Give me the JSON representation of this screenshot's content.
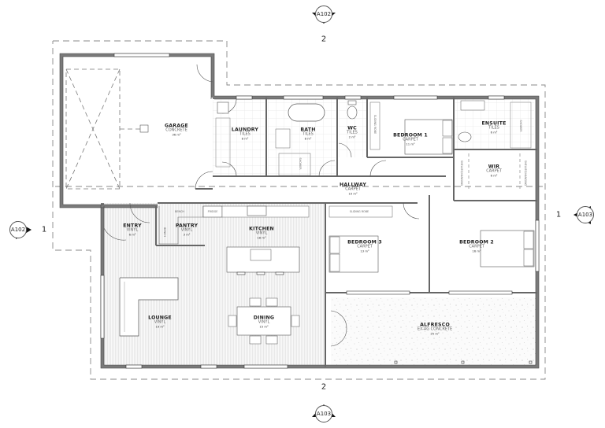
{
  "sections": {
    "top": {
      "ref": "A102",
      "grid": "2"
    },
    "left": {
      "ref": "A102",
      "grid": "1"
    },
    "right": {
      "ref": "A103",
      "grid": "1"
    },
    "bottom": {
      "ref": "A103",
      "grid": "2"
    }
  },
  "rooms": [
    {
      "id": "garage",
      "name": "GARAGE",
      "finish": "CONCRETE",
      "area": "36 m²"
    },
    {
      "id": "laundry",
      "name": "LAUNDRY",
      "finish": "TILES",
      "area": "8 m²"
    },
    {
      "id": "bath",
      "name": "BATH",
      "finish": "TILES",
      "area": "8 m²"
    },
    {
      "id": "wc",
      "name": "WC",
      "finish": "TILES",
      "area": "2 m²"
    },
    {
      "id": "bedroom1",
      "name": "BEDROOM 1",
      "finish": "CARPET",
      "area": "11 m²"
    },
    {
      "id": "ensuite",
      "name": "ENSUITE",
      "finish": "TILES",
      "area": "6 m²"
    },
    {
      "id": "wir",
      "name": "WIR",
      "finish": "CARPET",
      "area": "6 m²"
    },
    {
      "id": "hallway",
      "name": "HALLWAY",
      "finish": "CARPET",
      "area": "10 m²"
    },
    {
      "id": "entry",
      "name": "ENTRY",
      "finish": "VINYL",
      "area": "6 m²"
    },
    {
      "id": "pantry",
      "name": "PANTRY",
      "finish": "VINYL",
      "area": "3 m²"
    },
    {
      "id": "kitchen",
      "name": "KITCHEN",
      "finish": "VINYL",
      "area": "18 m²"
    },
    {
      "id": "bedroom3",
      "name": "BEDROOM 3",
      "finish": "CARPET",
      "area": "13 m²"
    },
    {
      "id": "bedroom2",
      "name": "BEDROOM 2",
      "finish": "CARPET",
      "area": "16 m²"
    },
    {
      "id": "lounge",
      "name": "LOUNGE",
      "finish": "VINYL",
      "area": "19 m²"
    },
    {
      "id": "dining",
      "name": "DINING",
      "finish": "VINYL",
      "area": "15 m²"
    },
    {
      "id": "alfresco",
      "name": "ALFRESCO",
      "finish": "EX-AG CONCRETE",
      "area": "25 m²"
    }
  ],
  "fixtures": {
    "bench1": "BENCH",
    "bench2": "BENCH",
    "fridge": "FRIDGE",
    "sliding_robe1": "SLIDING ROBE",
    "sliding_robe3": "SLIDING ROBE",
    "shower_bath": "SHOWER",
    "shower_ensuite": "SHOWER",
    "shelving_left": "SHELVES/HANGING",
    "shelving_right": "SHELVES/HANGING"
  },
  "colors": {
    "wall": "#9a9a9a",
    "wall_dark": "#555555",
    "floor_vinyl": "#f1f1f1",
    "tile_line": "#d8d8d8",
    "dashed": "#888888"
  }
}
